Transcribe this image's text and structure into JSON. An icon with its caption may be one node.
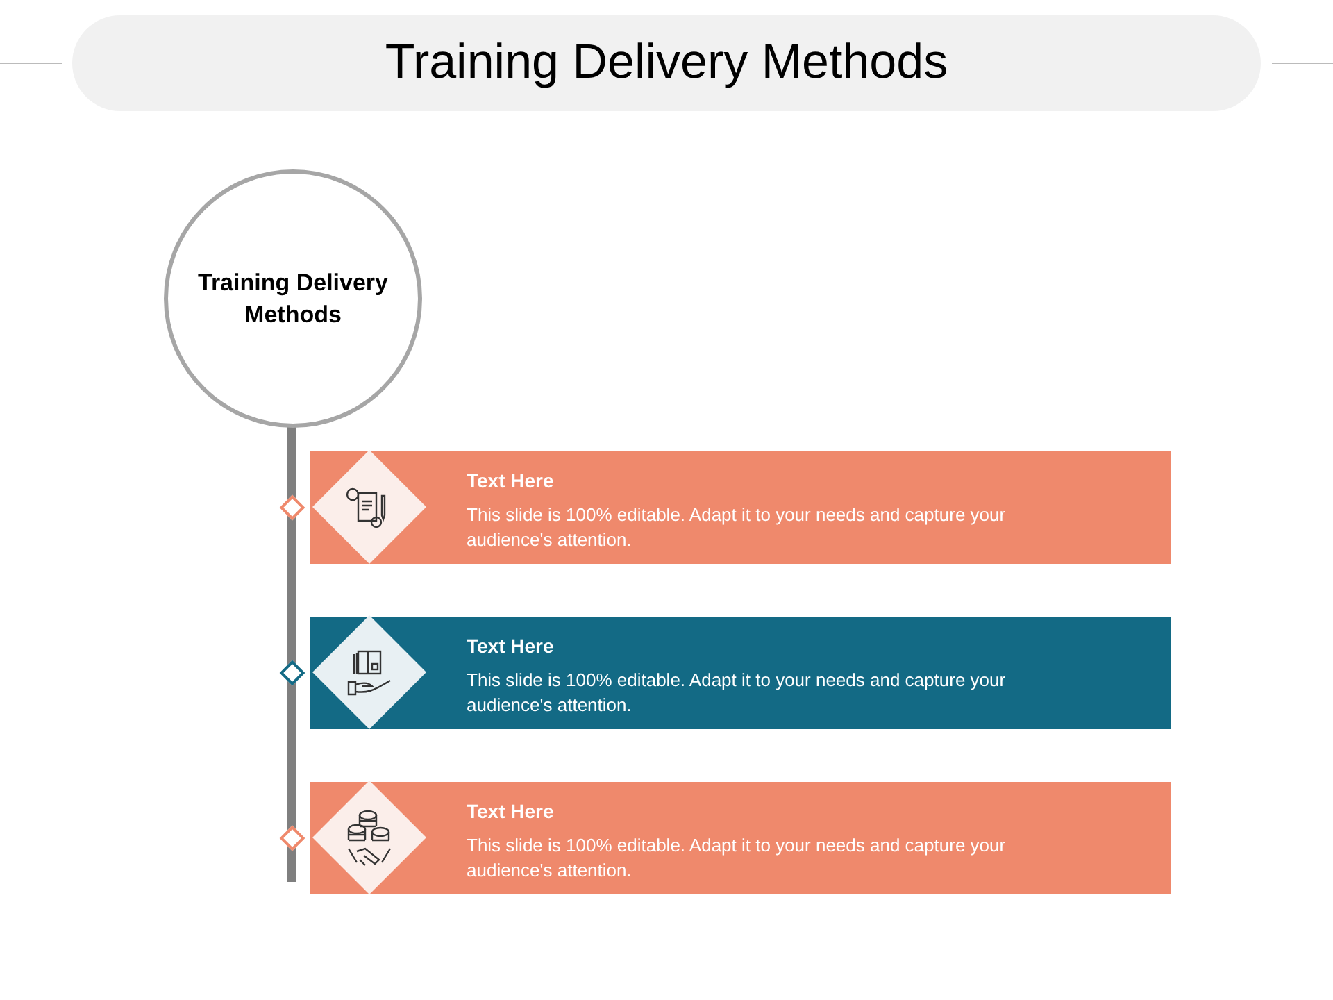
{
  "diagram": {
    "title": "Training Delivery Methods",
    "nodes": [
      {
        "text": [
          "Training Delivery Methods"
        ]
      },
      {
        "text": [
          "Text Here",
          "This slide is 100% editable. Adapt it to your needs and capture your audience's attention."
        ]
      },
      {
        "text": [
          "Text Here",
          "This slide is 100% editable. Adapt it to your needs and capture your audience's attention."
        ]
      },
      {
        "text": [
          "Text Here",
          "This slide is 100% editable. Adapt it to your needs and capture your audience's attention."
        ]
      }
    ]
  }
}
